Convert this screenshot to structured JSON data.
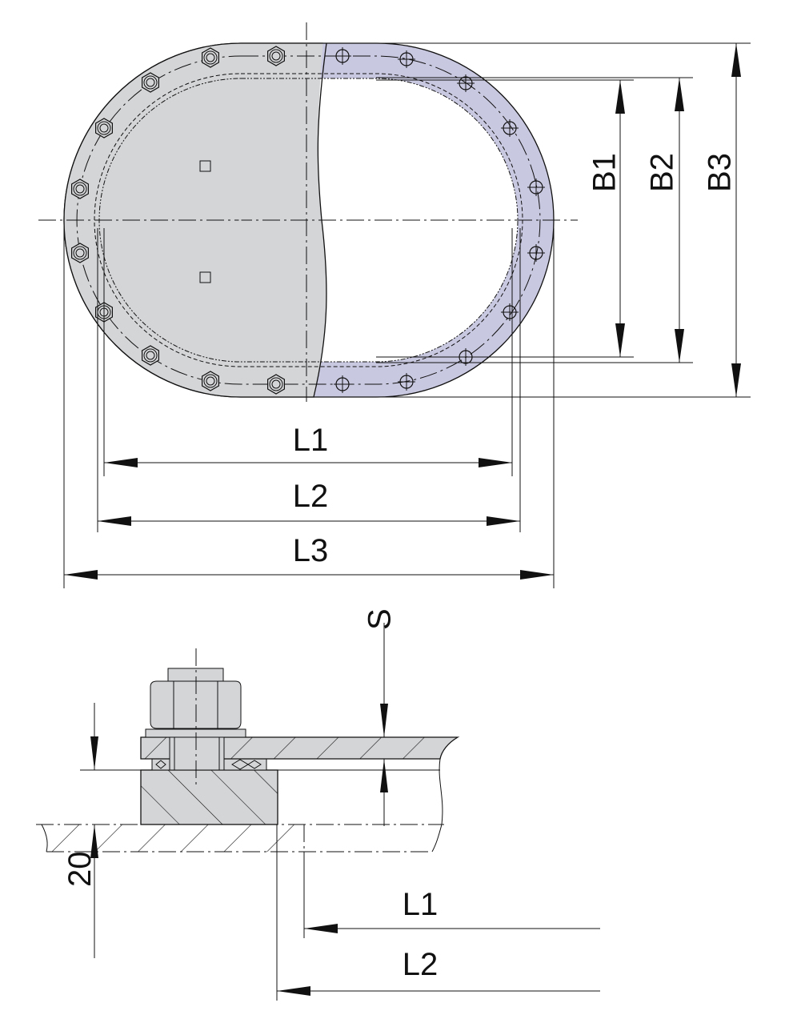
{
  "colors": {
    "cover": "#d4d5d7",
    "flange": "#c9c8e1",
    "line": "#111111"
  },
  "plan_view": {
    "labels": {
      "b1": "B1",
      "b2": "B2",
      "b3": "B3",
      "l1": "L1",
      "l2": "L2",
      "l3": "L3"
    }
  },
  "section_view": {
    "labels": {
      "s": "S",
      "height": "20",
      "l1": "L1",
      "l2": "L2"
    }
  }
}
